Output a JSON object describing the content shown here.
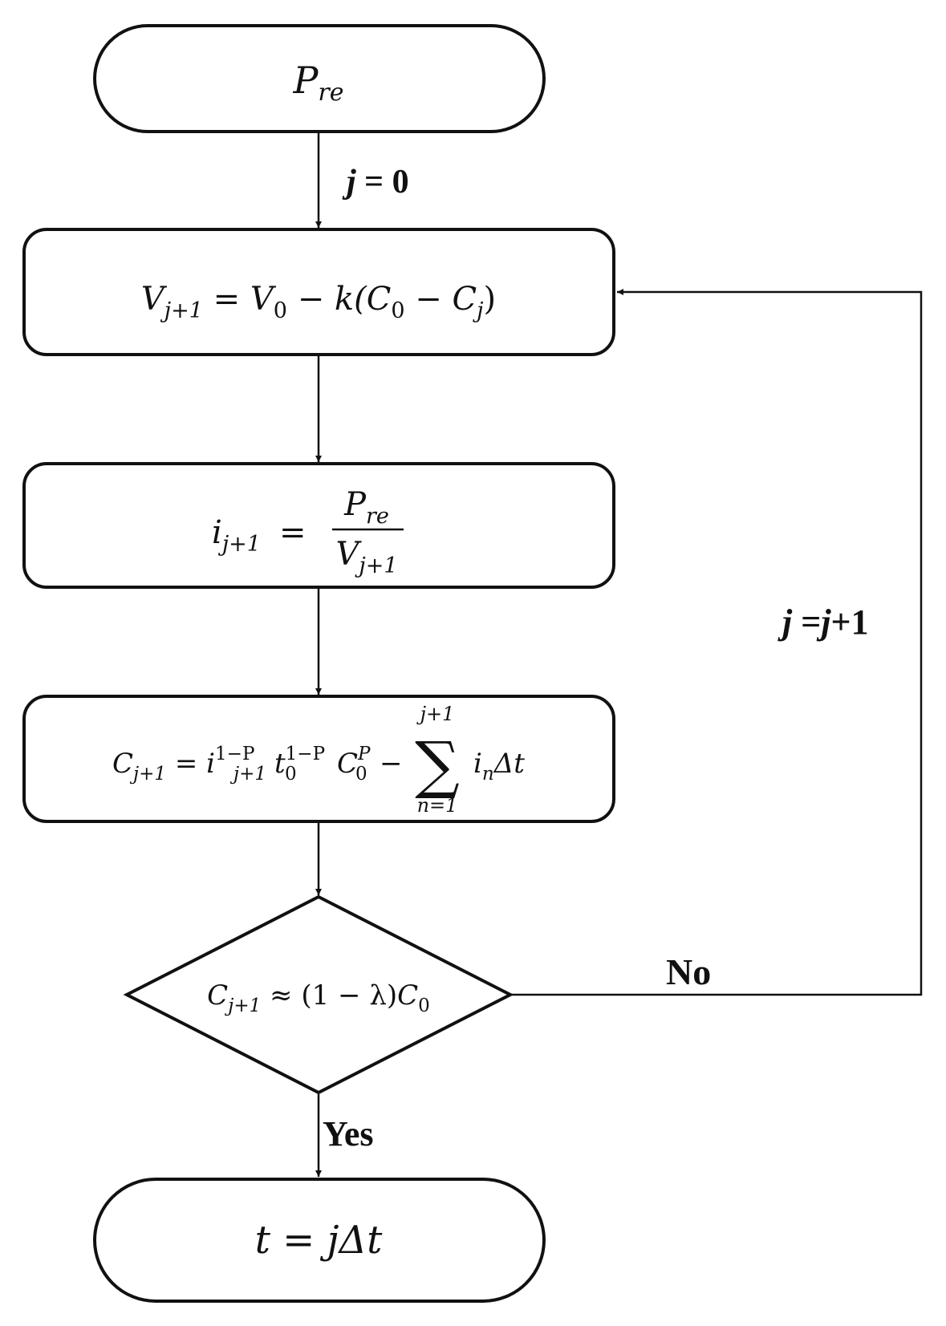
{
  "start": {
    "symbol": "P",
    "sub": "re"
  },
  "init_label": {
    "var": "j",
    "rest": " = 0"
  },
  "step_voltage": {
    "lhs": "V",
    "lhs_sub": "j+1",
    "eq": " = ",
    "v0": "V",
    "v0_sub": "0",
    "minus_k": " − k(",
    "c0": "C",
    "c0_sub": "0",
    "minus": " − ",
    "cj": "C",
    "cj_sub": "j",
    "close": ")"
  },
  "step_current": {
    "lhs": "i",
    "lhs_sub": "j+1",
    "eq": "=",
    "num": "P",
    "num_sub": "re",
    "den": "V",
    "den_sub": "j+1"
  },
  "step_capacity": {
    "lhs": "C",
    "lhs_sub": "j+1",
    "eq": " = ",
    "i": "i",
    "i_sup": "1−P",
    "i_sub": "j+1",
    "t": "t",
    "t_sup": "1−P",
    "t_sub": "0",
    "c": "C",
    "c_sup": "P",
    "c_sub": "0",
    "minus": "−",
    "sigma": "∑",
    "upper": "j+1",
    "lower": "n=1",
    "term_i": "i",
    "term_sub": "n",
    "term_rest": "Δt"
  },
  "decision": {
    "lhs": "C",
    "lhs_sub": "j+1",
    "rel": " ≈ (1 − λ)",
    "c": "C",
    "c_sub": "0"
  },
  "no_label": "No",
  "yes_label": "Yes",
  "loop_label": {
    "var1": "j",
    "eq": " =",
    "var2": "j",
    "rest": "+1"
  },
  "end": {
    "t": "t",
    "eq": " = ",
    "j": "j",
    "rest": "Δt"
  }
}
